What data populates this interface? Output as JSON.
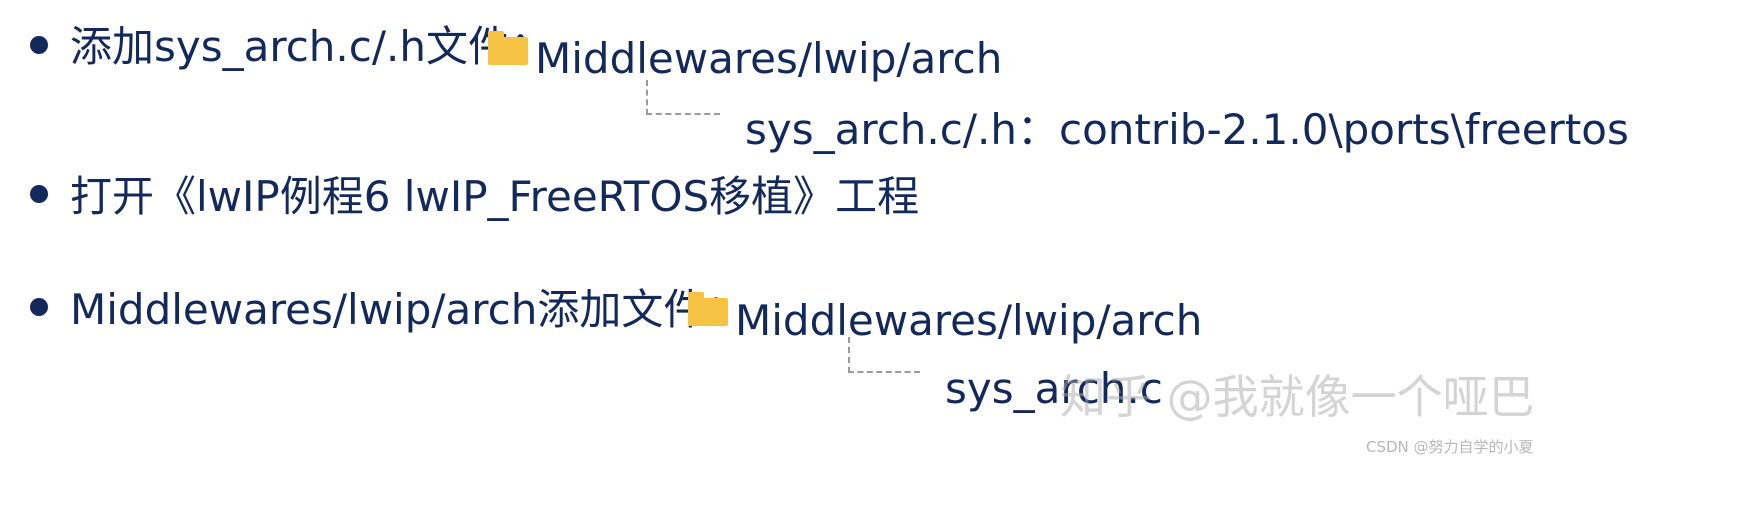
{
  "colors": {
    "text": "#13295b",
    "folder": "#f6c244",
    "connector": "#9a9a9a"
  },
  "bullets": [
    {
      "text": "添加sys_arch.c/.h文件：",
      "folder_icon": "folder-icon",
      "folder_path": "Middlewares/lwip/arch",
      "child_text": "sys_arch.c/.h：contrib-2.1.0\\ports\\freertos"
    },
    {
      "text": "打开《lwIP例程6 lwIP_FreeRTOS移植》工程"
    },
    {
      "text": "Middlewares/lwip/arch添加文件：",
      "folder_icon": "folder-icon",
      "folder_path": "Middlewares/lwip/arch",
      "child_text": "sys_arch.c"
    }
  ],
  "watermark": "知乎 @我就像一个哑巴",
  "credit": "CSDN @努力自学的小夏"
}
